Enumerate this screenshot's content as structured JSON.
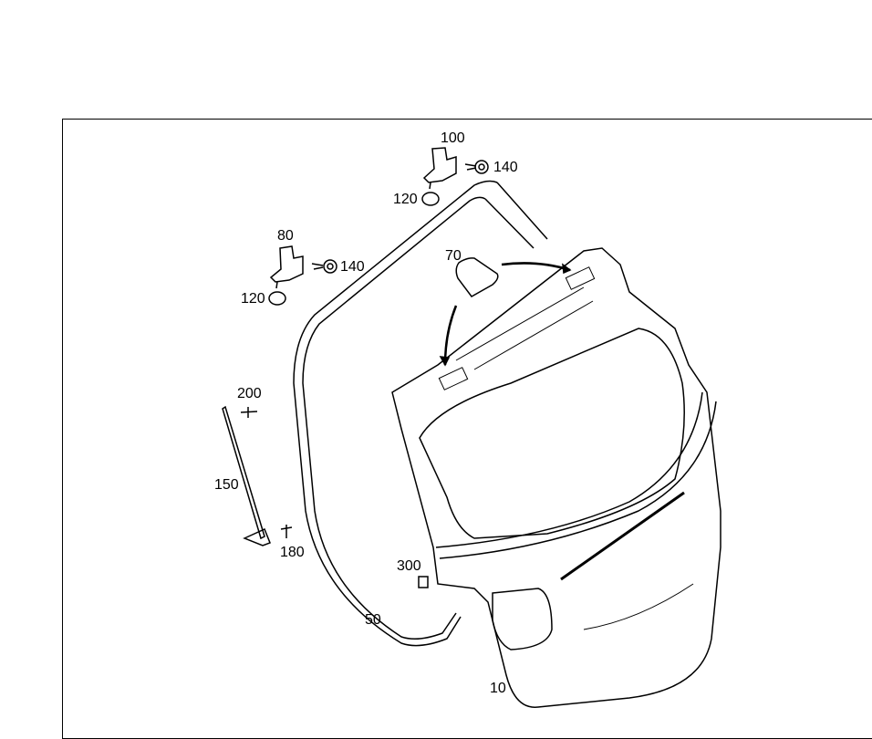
{
  "diagram": {
    "callouts": {
      "hinge_right": "100",
      "bolt_right": "140",
      "grommet_right": "120",
      "hinge_left": "80",
      "bolt_left": "140",
      "grommet_left": "120",
      "patch": "70",
      "ball_stud_top": "200",
      "gas_strut": "150",
      "ball_stud_bottom": "180",
      "clip": "300",
      "seal": "50",
      "tailgate": "10"
    }
  }
}
